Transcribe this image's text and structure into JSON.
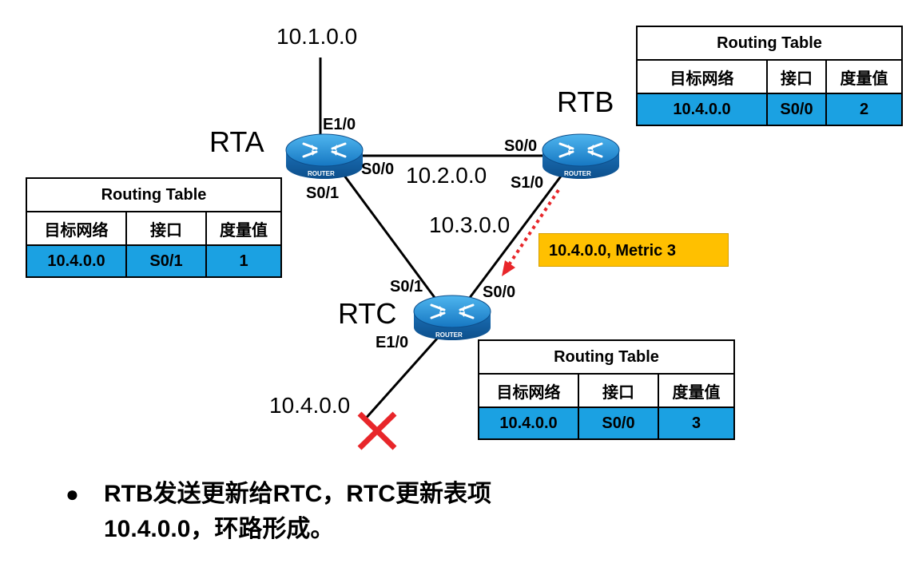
{
  "networks": {
    "top": "10.1.0.0",
    "rta_rtb": "10.2.0.0",
    "rtb_rtc": "10.3.0.0",
    "rtc_lan": "10.4.0.0"
  },
  "routers": {
    "rta": {
      "name": "RTA",
      "badge": "ROUTER",
      "ports": {
        "e1": "E1/0",
        "s0": "S0/0",
        "s1": "S0/1"
      }
    },
    "rtb": {
      "name": "RTB",
      "badge": "ROUTER",
      "ports": {
        "s0": "S0/0",
        "s1": "S1/0"
      }
    },
    "rtc": {
      "name": "RTC",
      "badge": "ROUTER",
      "ports": {
        "s1": "S0/1",
        "s0": "S0/0",
        "e1": "E1/0"
      }
    }
  },
  "tables": {
    "rta": {
      "title": "Routing Table",
      "headers": [
        "目标网络",
        "接口",
        "度量值"
      ],
      "row": [
        "10.4.0.0",
        "S0/1",
        "1"
      ]
    },
    "rtb": {
      "title": "Routing Table",
      "headers": [
        "目标网络",
        "接口",
        "度量值"
      ],
      "row": [
        "10.4.0.0",
        "S0/0",
        "2"
      ]
    },
    "rtc": {
      "title": "Routing Table",
      "headers": [
        "目标网络",
        "接口",
        "度量值"
      ],
      "row": [
        "10.4.0.0",
        "S0/0",
        "3"
      ]
    }
  },
  "update": "10.4.0.0, Metric 3",
  "bullet": {
    "line1": "RTB发送更新给RTC，RTC更新表项",
    "line2": "10.4.0.0，环路形成。"
  },
  "colors": {
    "table_row": "#1ba1e2",
    "update_box": "#ffc000",
    "fail_mark": "#e8262a",
    "arrow": "#e8262a",
    "router_body": "#1e88c8"
  }
}
